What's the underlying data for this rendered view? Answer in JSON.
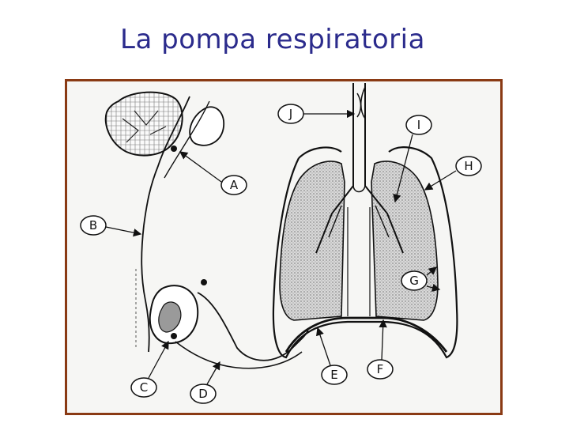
{
  "slide": {
    "title": "La pompa respiratoria",
    "frame_color": "#8a3a14",
    "title_color": "#2b2b8c"
  },
  "diagram": {
    "labels": {
      "A": "A",
      "B": "B",
      "C": "C",
      "D": "D",
      "E": "E",
      "F": "F",
      "G": "G",
      "H": "H",
      "I": "I",
      "J": "J"
    }
  }
}
